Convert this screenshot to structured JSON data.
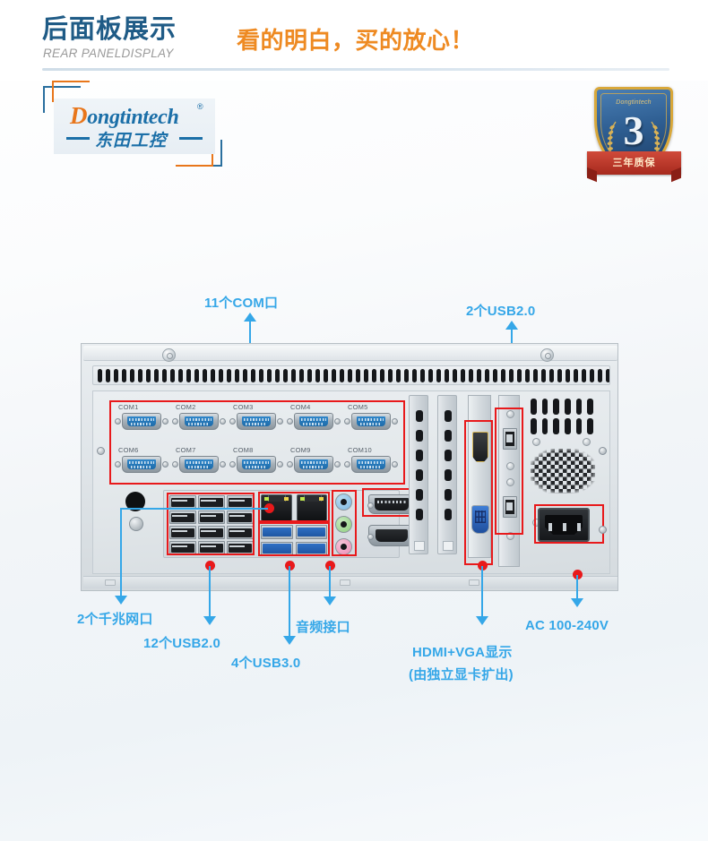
{
  "header": {
    "title_cn": "后面板展示",
    "title_en": "REAR PANELDISPLAY",
    "slogan": "看的明白，买的放心！"
  },
  "logo": {
    "brand_initial": "D",
    "brand_rest": "ongtintech",
    "registered": "®",
    "brand_cn": "东田工控"
  },
  "badge": {
    "brand": "Dongtintech",
    "years": "3",
    "ribbon": "三年质保"
  },
  "callouts": {
    "com": "11个COM口",
    "usb2_rear": "2个USB2.0",
    "lan": "2个千兆网口",
    "usb2_panel": "12个USB2.0",
    "usb3": "4个USB3.0",
    "audio": "音频接口",
    "display_line1": "HDMI+VGA显示",
    "display_line2": "(由独立显卡扩出)",
    "power": "AC 100-240V"
  },
  "panel": {
    "com_ports_row1": [
      "COM1",
      "COM2",
      "COM3",
      "COM4",
      "COM5"
    ],
    "com_ports_row2": [
      "COM6",
      "COM7",
      "COM8",
      "COM9",
      "COM10"
    ]
  },
  "colors": {
    "accent_blue": "#35a7e8",
    "title_blue": "#1f5b86",
    "orange": "#ee8a22",
    "red_box": "#e8191b"
  }
}
